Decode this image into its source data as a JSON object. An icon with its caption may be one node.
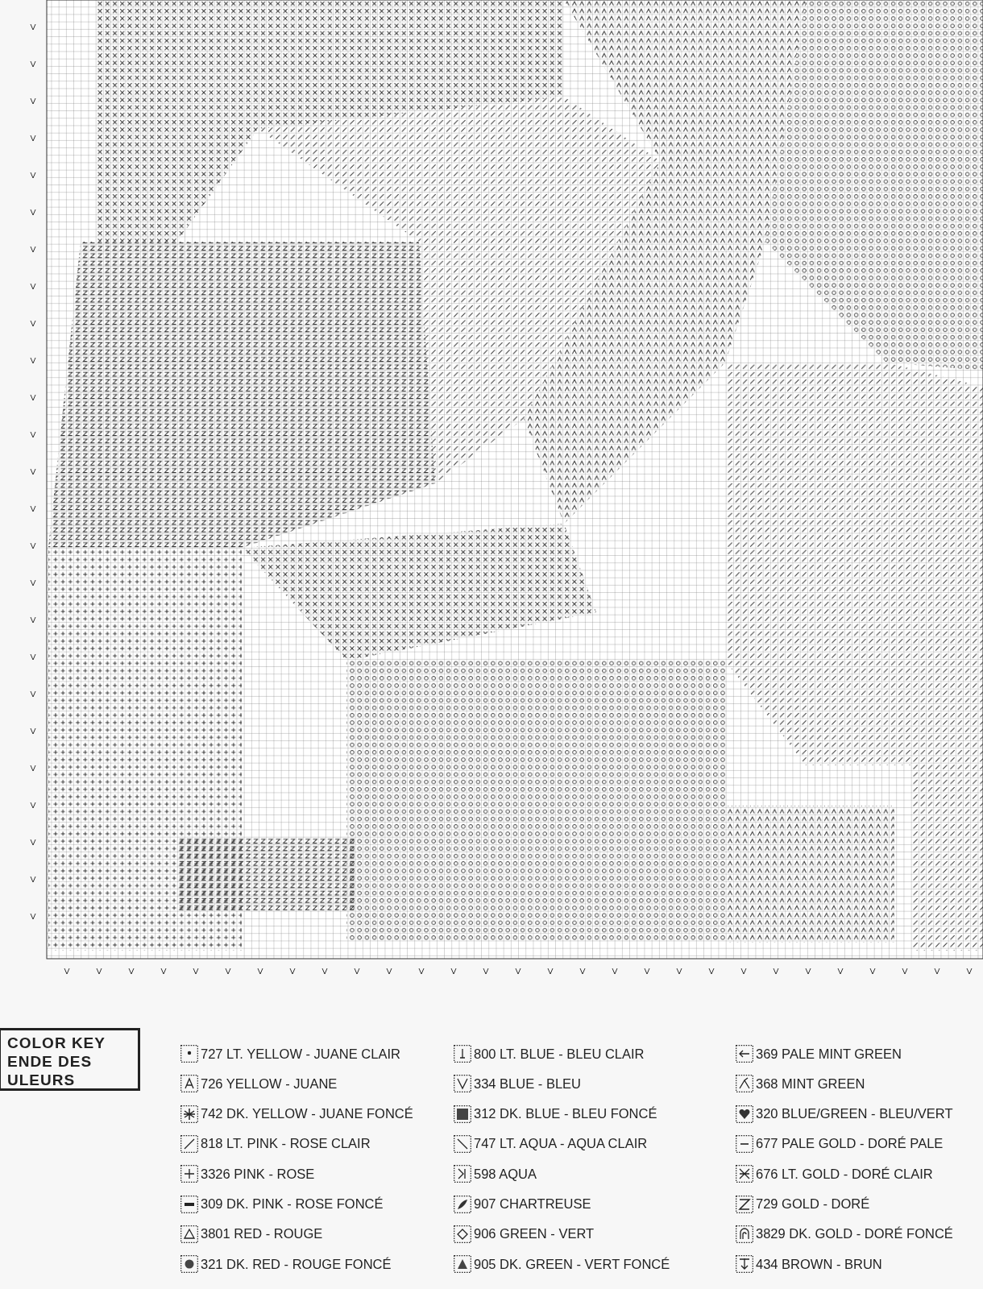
{
  "diagram": {
    "title": "COLOR KEY ENDE DES ULEURS",
    "legend": [
      {
        "text": "727 LT. YELLOW - JUANE CLAIR"
      },
      {
        "text": "726 YELLOW - JUANE"
      },
      {
        "text": "742 DK. YELLOW - JUANE FONCÉ"
      },
      {
        "text": "818 LT. PINK - ROSE CLAIR"
      },
      {
        "text": "3326 PINK - ROSE"
      },
      {
        "text": "309 DK. PINK - ROSE FONCÉ"
      },
      {
        "text": "3801 RED - ROUGE"
      },
      {
        "text": "321 DK. RED - ROUGE FONCÉ"
      },
      {
        "text": "800 LT. BLUE - BLEU CLAIR"
      },
      {
        "text": "334 BLUE - BLEU"
      },
      {
        "text": "312 DK. BLUE - BLEU FONCÉ"
      },
      {
        "text": "747 LT. AQUA - AQUA CLAIR"
      },
      {
        "text": "598 AQUA"
      },
      {
        "text": "907 CHARTREUSE"
      },
      {
        "text": "906 GREEN - VERT"
      },
      {
        "text": "905 DK. GREEN - VERT FONCÉ"
      },
      {
        "text": "369 PALE MINT GREEN"
      },
      {
        "text": "368 MINT GREEN"
      },
      {
        "text": "320 BLUE/GREEN - BLEU/VERT"
      },
      {
        "text": "677 PALE GOLD - DORÉ PALE"
      },
      {
        "text": "676 LT. GOLD - DORÉ CLAIR"
      },
      {
        "text": "729 GOLD - DORÉ"
      },
      {
        "text": "3829 DK. GOLD - DORÉ FONCÉ"
      },
      {
        "text": "434 BROWN - BRUN"
      }
    ]
  }
}
